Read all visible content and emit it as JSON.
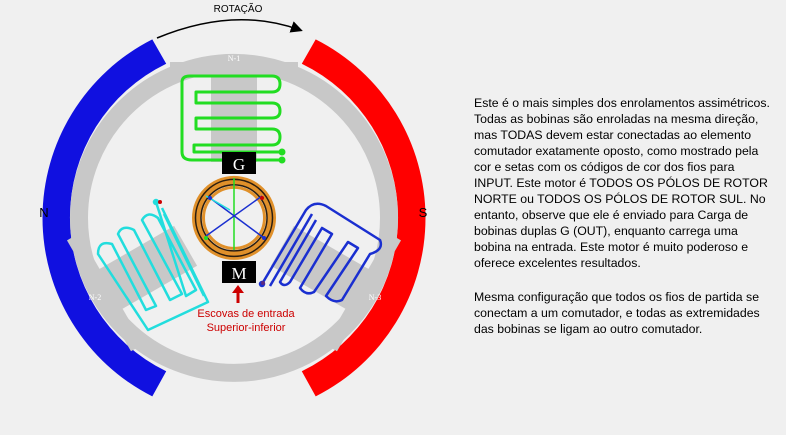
{
  "diagram": {
    "rotation_label": "ROTAÇÃO",
    "magnet_left_label": "N",
    "magnet_right_label": "S",
    "magnet_left_color": "#1010e0",
    "magnet_right_color": "#ff0000",
    "pole_labels": [
      "N-1",
      "N-2",
      "N-3"
    ],
    "commutator_top_label": "G",
    "commutator_bottom_label": "M",
    "brush_label_line1": "Escovas de entrada",
    "brush_label_line2": "Superior-inferior",
    "coil_colors": {
      "n1": "#22dd22",
      "n2": "#22dddd",
      "n3": "#1a2fd0"
    },
    "brush_label_color": "#cc0000"
  },
  "description": {
    "paragraph1": "Este é o mais simples dos enrolamentos assimétricos. Todas as bobinas são enroladas na mesma direção, mas TODAS devem estar conectadas ao elemento comutador exatamente oposto, como mostrado pela cor e setas com os códigos de cor dos fios para INPUT. Este motor é TODOS OS PÓLOS DE ROTOR NORTE ou TODOS OS PÓLOS DE ROTOR SUL. No entanto, observe que ele é enviado para Carga de bobinas duplas G (OUT), enquanto carrega uma bobina na entrada. Este motor é muito poderoso e oferece excelentes resultados.",
    "paragraph2": "Mesma configuração que todos os fios de partida se conectam a um comutador, e todas as extremidades das bobinas se ligam ao outro comutador."
  }
}
